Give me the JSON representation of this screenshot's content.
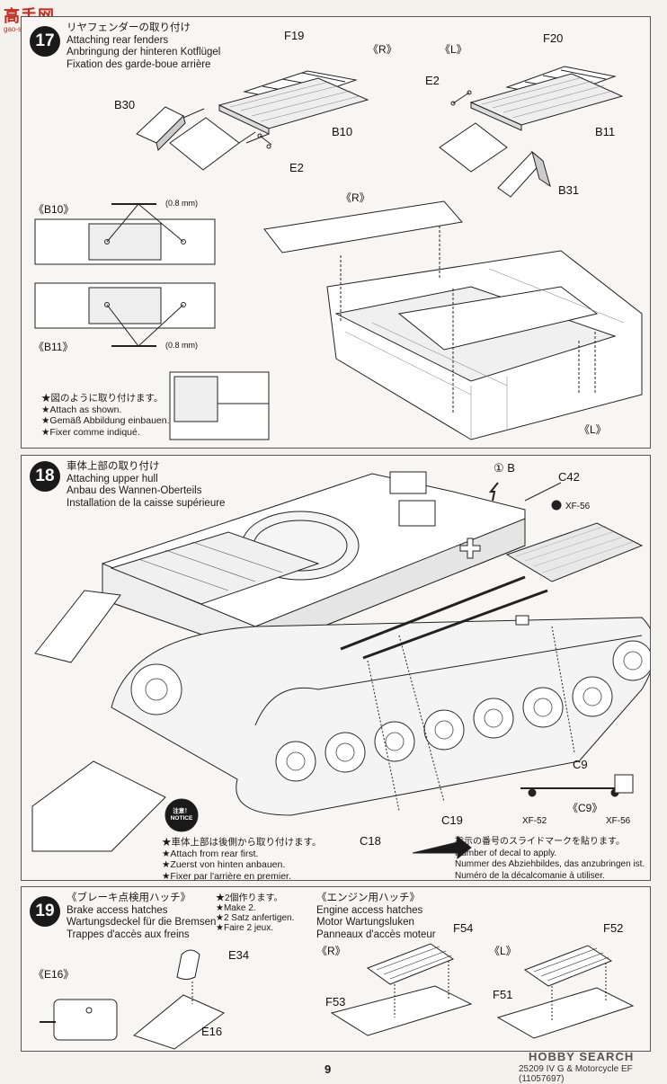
{
  "watermark": {
    "top": "高手网",
    "sub": "gao-shou.net",
    "bottom": "HOBBY SEARCH"
  },
  "step17": {
    "number": "17",
    "title_jp": "リヤフェンダーの取り付け",
    "title_en": "Attaching rear fenders",
    "title_de": "Anbringung der hinteren Kotflügel",
    "title_fr": "Fixation des garde-boue arrière",
    "labels": {
      "F19": "F19",
      "F20": "F20",
      "R1": "《R》",
      "L1": "《L》",
      "B30": "B30",
      "B10": "B10",
      "E2a": "E2",
      "E2b": "E2",
      "B11": "B11",
      "B31": "B31",
      "R2": "《R》",
      "L2": "《L》",
      "B10d": "《B10》",
      "B11d": "《B11》",
      "drill1": "(0.8 mm)",
      "drill2": "(0.8 mm)"
    },
    "notes": [
      "★図のように取り付けます。",
      "★Attach as shown.",
      "★Gemäß Abbildung einbauen.",
      "★Fixer comme indiqué."
    ]
  },
  "step18": {
    "number": "18",
    "title_jp": "車体上部の取り付け",
    "title_en": "Attaching upper hull",
    "title_de": "Anbau des Wannen-Oberteils",
    "title_fr": "Installation de la caisse supérieure",
    "decal": "① B",
    "labels": {
      "C42": "C42",
      "XF56a": "XF-56",
      "C9": "C9",
      "C19": "C19",
      "C18": "C18",
      "C9d": "《C9》",
      "XF52": "XF-52",
      "XF56b": "XF-56"
    },
    "notice": "注意！ NOTICE",
    "notes": [
      "★車体上部は後側から取り付けます。",
      "★Attach from rear first.",
      "★Zuerst von hinten anbauen.",
      "★Fixer par l'arrière en premier."
    ],
    "decal_notes": [
      "指示の番号のスライドマークを貼ります。",
      "Number of decal to apply.",
      "Nummer des Abziehbildes, das anzubringen ist.",
      "Numéro de la décalcomanie à utiliser."
    ]
  },
  "step19": {
    "number": "19",
    "title_jp": "《ブレーキ点検用ハッチ》",
    "title_en": "Brake access hatches",
    "title_de": "Wartungsdeckel für die Bremsen",
    "title_fr": "Trappes d'accès aux freins",
    "make": [
      "★2個作ります。",
      "★Make 2.",
      "★2 Satz anfertigen.",
      "★Faire 2 jeux."
    ],
    "title2_jp": "《エンジン用ハッチ》",
    "title2_en": "Engine access hatches",
    "title2_de": "Motor Wartungsluken",
    "title2_fr": "Panneaux d'accès moteur",
    "labels": {
      "E16d": "《E16》",
      "E34": "E34",
      "E16": "E16",
      "F54": "F54",
      "F52": "F52",
      "R": "《R》",
      "L": "《L》",
      "F53": "F53",
      "F51": "F51"
    }
  },
  "footer": {
    "page": "9",
    "code": "25209 IV G & Motorcycle EF (11057697)"
  }
}
